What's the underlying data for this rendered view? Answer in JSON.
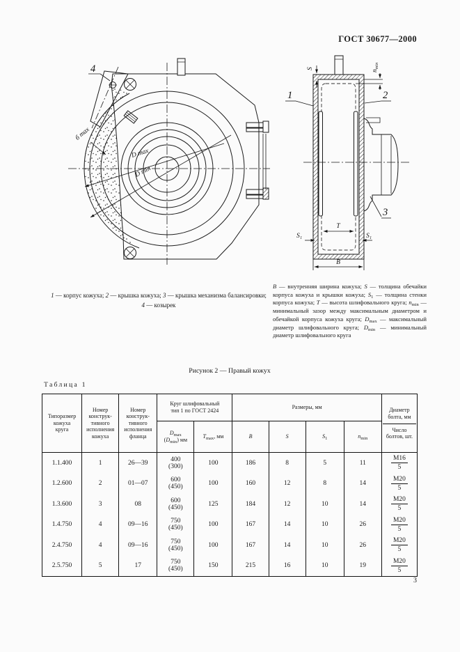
{
  "page": {
    "standard": "ГОСТ 30677—2000",
    "number": "3"
  },
  "figure": {
    "caption": "Рисунок 2 — Правый кожух",
    "left_caption": "*1* — корпус кожуха; *2* — крышка кожуха; *3* — крышка механизма балансировки; *4* — козырек",
    "legend": "*B* — внутренняя ширина кожуха; *S* — толщина обечайки корпуса кожуха и крышки кожуха; *S*_{1} — толщина стенки корпуса кожуха; *T* — высота шлифовального круга; *n*_{min} — минимальный зазор между максимальным диаметром и обечайкой корпуса кожуха круга; *D*_{max} — максимальный диаметр шлифовального круга; *D*_{min} — минимальный диаметр шлифовального круга",
    "left_labels": {
      "callout4": "4",
      "d_max": "D max",
      "d_min": "D min",
      "b_max": "б max"
    },
    "right_labels": {
      "callout1": "1",
      "callout2": "2",
      "callout3": "3",
      "s": "S",
      "s1_left": "S₁",
      "s1_right": "S₁",
      "n_base": "n",
      "n_sub": "min",
      "t": "T",
      "b": "B"
    }
  },
  "table": {
    "title": "Таблица 1",
    "head": {
      "col_size": "Типоразмер\nкожуха\nкруга",
      "col_housing": "Номер\nконструк-\nтивного\nисполнения\nкожуха",
      "col_flange": "Номер\nконструк-\nтивного\nисполнения\nфланца",
      "group_wheel": "Круг шлифовальный\nтип 1 по ГОСТ 2424",
      "group_dims": "Размеры, мм",
      "col_d": "*D*_{max}\n(*D*_{min}) мм",
      "col_t": "*T*_{max}, мм",
      "col_b": "*B*",
      "col_s": "*S*",
      "col_s1": "*S*_{1}",
      "col_n": "*n*_{min}",
      "bolt_top": "Диаметр\nболта, мм",
      "bolt_bottom": "Число\nболтов, шт."
    },
    "rows": [
      {
        "size": "1.1.400",
        "housing": "1",
        "flange": "26—39",
        "d": "400\n(300)",
        "t": "100",
        "b": "186",
        "s": "8",
        "s1": "5",
        "n": "11",
        "bolt_d": "M16",
        "bolt_n": "5"
      },
      {
        "size": "1.2.600",
        "housing": "2",
        "flange": "01—07",
        "d": "600\n(450)",
        "t": "100",
        "b": "160",
        "s": "12",
        "s1": "8",
        "n": "14",
        "bolt_d": "M20",
        "bolt_n": "5"
      },
      {
        "size": "1.3.600",
        "housing": "3",
        "flange": "08",
        "d": "600\n(450)",
        "t": "125",
        "b": "184",
        "s": "12",
        "s1": "10",
        "n": "14",
        "bolt_d": "M20",
        "bolt_n": "5"
      },
      {
        "size": "1.4.750",
        "housing": "4",
        "flange": "09—16",
        "d": "750\n(450)",
        "t": "100",
        "b": "167",
        "s": "14",
        "s1": "10",
        "n": "26",
        "bolt_d": "M20",
        "bolt_n": "5"
      },
      {
        "size": "2.4.750",
        "housing": "4",
        "flange": "09—16",
        "d": "750\n(450)",
        "t": "100",
        "b": "167",
        "s": "14",
        "s1": "10",
        "n": "26",
        "bolt_d": "M20",
        "bolt_n": "5"
      },
      {
        "size": "2.5.750",
        "housing": "5",
        "flange": "17",
        "d": "750\n(450)",
        "t": "150",
        "b": "215",
        "s": "16",
        "s1": "10",
        "n": "19",
        "bolt_d": "M20",
        "bolt_n": "5"
      }
    ]
  }
}
